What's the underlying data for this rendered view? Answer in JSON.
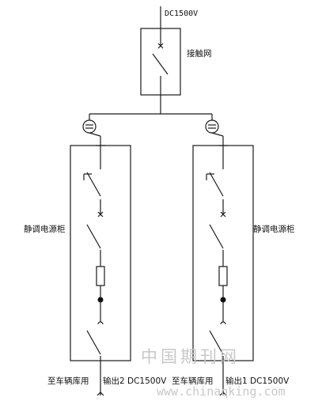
{
  "supply": {
    "voltage": "DC1500V"
  },
  "catenary": {
    "label": "接触网"
  },
  "left_cabinet": {
    "label": "静调电源柜",
    "output_label": "至车辆库用",
    "output_name": "输出2 DC1500V"
  },
  "right_cabinet": {
    "label": "静调电源柜",
    "output_label": "至车辆库用",
    "output_name": "输出1 DC1500V"
  },
  "watermark": {
    "cn": "中国期刊网",
    "url": "www.chinaqking.com"
  },
  "colors": {
    "line": "#1a1a1a",
    "watermark": "#c8c8c8"
  }
}
